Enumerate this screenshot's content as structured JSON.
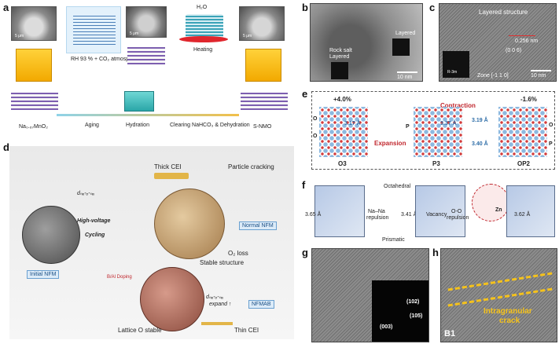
{
  "panels": {
    "a": {
      "label": "a",
      "annotations": {
        "atmosphere": "RH 93 % + CO₂ atmosphere",
        "heating": "Heating",
        "nmo": "Na₀.₆₇MnO₂",
        "aging": "Aging",
        "hydration": "Hydration",
        "clearing": "Clearing NaHCO₃ & Dehydration",
        "snmo": "S-NMO",
        "h2o": "H₂O",
        "scale1": "5 μm",
        "scale2": "5 μm",
        "scale3": "5 μm"
      }
    },
    "b": {
      "label": "b",
      "annotations": {
        "layered": "Layered",
        "rocksalt": "Rock salt",
        "layered2": "Layered",
        "scale": "10 nm"
      }
    },
    "c": {
      "label": "c",
      "annotations": {
        "title": "Layered structure",
        "dspacing": "0.256 nm",
        "plane": "(0 0 6)",
        "space_group": "R-3m",
        "zone": "Zone [-1 1 0]",
        "scale": "10 nm"
      }
    },
    "d": {
      "label": "d",
      "annotations": {
        "thick_cei": "Thick CEI",
        "particle_cracking": "Particle cracking",
        "normal_nfm": "Normal NFM",
        "dnaona": "dₙₐ-ₒ-ₙₐ",
        "high_voltage": "High-voltage",
        "cycling": "Cycling",
        "o2_loss": "O₂ loss",
        "initial_nfm": "Initial NFM",
        "stable_structure": "Stable structure",
        "doping": "B/Al Doping",
        "dnaona2": "dₙₐ-ₒ-ₙₐ",
        "expand": "expand ↑",
        "nfmab": "NFMAB",
        "lattice_o": "Lattice O stable",
        "thin_cei": "Thin CEI"
      }
    },
    "e": {
      "label": "e",
      "annotations": {
        "plus4": "+4.0%",
        "minus16": "-1.6%",
        "contraction": "Contraction",
        "expansion": "Expansion",
        "d1": "3.17 Å",
        "d2": "3.37 Å",
        "d3": "3.19 Å",
        "d4": "3.40 Å",
        "o3": "O3",
        "p3": "P3",
        "op2": "OP2",
        "o_left1": "O",
        "o_left2": "O",
        "p_mid": "P",
        "o_right": "O",
        "p_right": "P"
      }
    },
    "f": {
      "label": "f",
      "annotations": {
        "octahedral": "Octahedral",
        "prismatic": "Prismatic",
        "d365": "3.65 Å",
        "na_na": "Na–Na",
        "repulsion1": "repulsion",
        "d341": "3.41 Å",
        "vacancy": "Vacancy",
        "oo": "O-O",
        "repulsion2": "repulsion",
        "zn": "Zn",
        "d362": "3.62 Å"
      }
    },
    "g": {
      "label": "g",
      "annotations": {
        "h102": "(102)",
        "h105": "(105)",
        "h003": "(003)"
      }
    },
    "h": {
      "label": "h",
      "annotations": {
        "intragranular": "Intragranular",
        "crack": "crack",
        "b1": "B1"
      }
    }
  }
}
